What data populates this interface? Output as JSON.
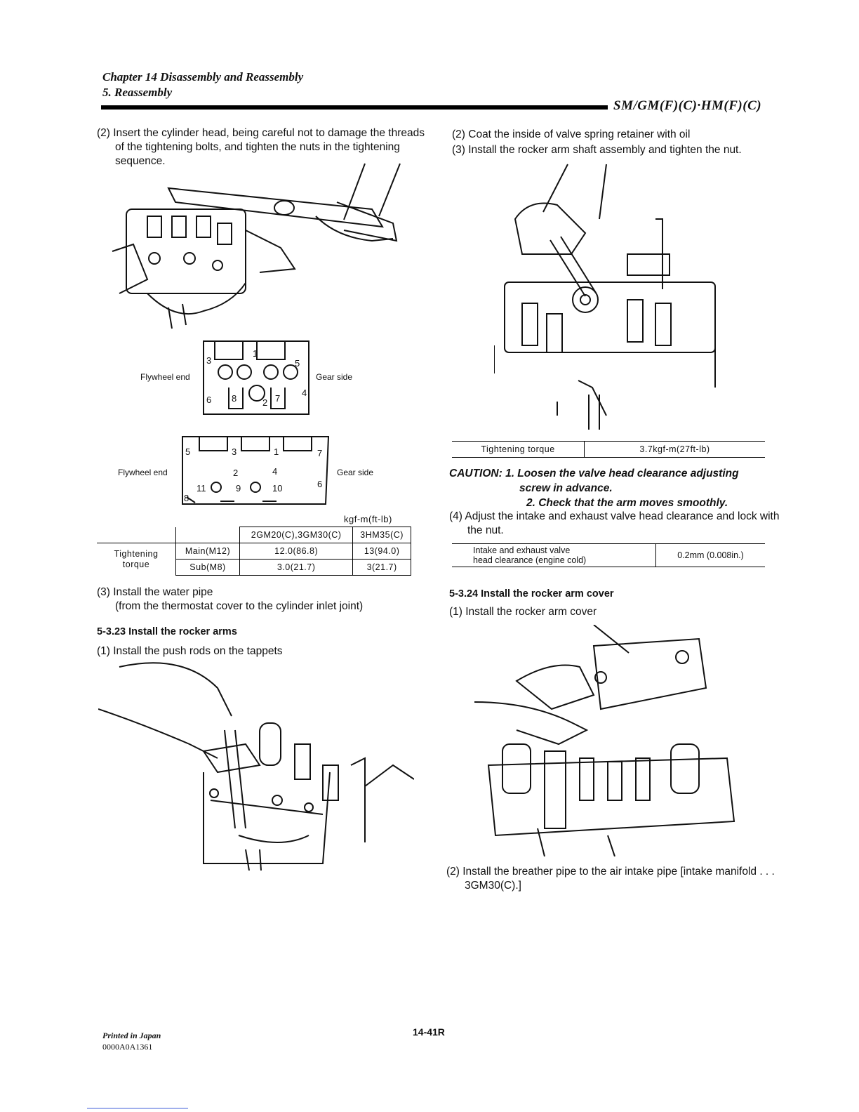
{
  "header": {
    "chapter": "Chapter 14 Disassembly and Reassembly",
    "section": "5. Reassembly",
    "model": "SM/GM(F)(C)·HM(F)(C)"
  },
  "left": {
    "step2": "(2) Insert the cylinder head, being careful not to damage the threads of the tightening bolts, and tighten the nuts in the tightening sequence.",
    "diagram1": {
      "left_label": "Flywheel end",
      "right_label": "Gear side",
      "numbers": [
        "3",
        "1",
        "5",
        "4",
        "6",
        "8",
        "2",
        "7"
      ]
    },
    "diagram2": {
      "left_label": "Flywheel end",
      "right_label": "Gear side",
      "numbers": [
        "5",
        "3",
        "1",
        "7",
        "2",
        "4",
        "11",
        "9",
        "10",
        "6",
        "8"
      ]
    },
    "unit": "kgf-m(ft-lb)",
    "torque_table": {
      "col1": "2GM20(C),3GM30(C)",
      "col2": "3HM35(C)",
      "row_label_1": "Tightening",
      "row_label_2": "torque",
      "main_label": "Main(M12)",
      "main_v1": "12.0(86.8)",
      "main_v2": "13(94.0)",
      "sub_label": "Sub(M8)",
      "sub_v1": "3.0(21.7)",
      "sub_v2": "3(21.7)"
    },
    "step3_line1": "(3) Install the water pipe",
    "step3_line2": "(from the thermostat cover to the cylinder inlet joint)",
    "heading_523": "5-3.23 Install the rocker arms",
    "step_523_1": "(1) Install the push rods on the tappets"
  },
  "right": {
    "step2": "(2) Coat the inside of valve spring retainer with oil",
    "step3": "(3) Install the rocker arm shaft assembly and tighten the nut.",
    "torque_label": "Tightening torque",
    "torque_value": "3.7kgf-m(27ft-lb)",
    "caution_1": "CAUTION: 1. Loosen the valve head clearance adjusting",
    "caution_1b": "screw in advance.",
    "caution_2": "2. Check that the arm moves smoothly.",
    "step4": "(4) Adjust the intake and exhaust valve head clearance and lock with the nut.",
    "clearance_label_1": "Intake and exhaust valve",
    "clearance_label_2": "head clearance (engine cold)",
    "clearance_value": "0.2mm (0.008in.)",
    "heading_524": "5-3.24 Install the rocker arm cover",
    "step_524_1": "(1) Install the rocker arm cover",
    "step_524_2": "(2) Install the breather pipe to the air intake pipe [intake manifold . . . 3GM30(C).]"
  },
  "footer": {
    "printed": "Printed in Japan",
    "code": "0000A0A1361",
    "page": "14-41R"
  }
}
